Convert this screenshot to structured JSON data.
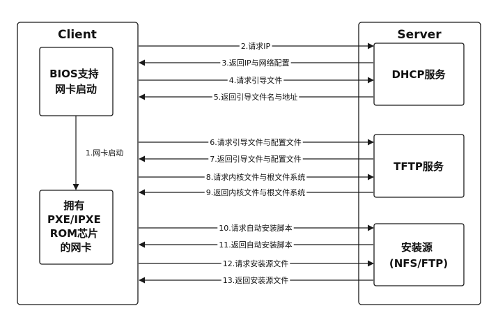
{
  "client": {
    "title": "Client",
    "bios_box": [
      "BIOS支持",
      "网卡启动"
    ],
    "pxe_box": [
      "拥有",
      "PXE/IPXE",
      "ROM芯片",
      "的网卡"
    ],
    "boot_step": "1.网卡启动"
  },
  "server": {
    "title": "Server",
    "dhcp_box": [
      "DHCP服务"
    ],
    "tftp_box": [
      "TFTP服务"
    ],
    "source_box": [
      "安装源",
      "(NFS/FTP)"
    ]
  },
  "messages": [
    {
      "label": "2.请求IP",
      "direction": "to-server"
    },
    {
      "label": "3.返回IP与网络配置",
      "direction": "to-client"
    },
    {
      "label": "4.请求引导文件",
      "direction": "to-server"
    },
    {
      "label": "5.返回引导文件名与地址",
      "direction": "to-client"
    },
    {
      "label": "6.请求引导文件与配置文件",
      "direction": "to-server"
    },
    {
      "label": "7.返回引导文件与配置文件",
      "direction": "to-client"
    },
    {
      "label": "8.请求内核文件与根文件系统",
      "direction": "to-server"
    },
    {
      "label": "9.返回内核文件与根文件系统",
      "direction": "to-client"
    },
    {
      "label": "10.请求自动安装脚本",
      "direction": "to-server"
    },
    {
      "label": "11.返回自动安装脚本",
      "direction": "to-client"
    },
    {
      "label": "12.请求安装源文件",
      "direction": "to-server"
    },
    {
      "label": "13.返回安装源文件",
      "direction": "to-client"
    }
  ],
  "colors": {
    "stroke": "#1a1a1a",
    "background": "#ffffff",
    "text": "#111111"
  }
}
